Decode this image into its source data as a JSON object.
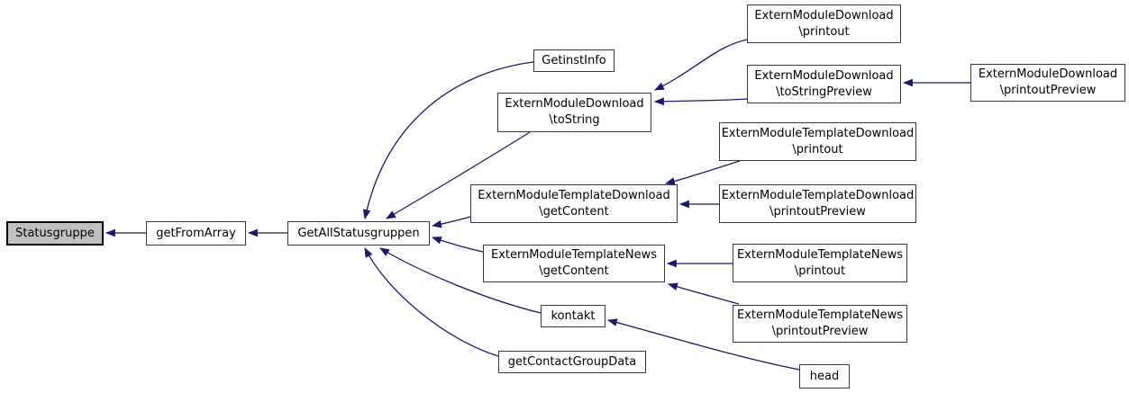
{
  "diagram": {
    "kind": "caller-graph",
    "highlighted_node": "Statusgruppe",
    "colors": {
      "edge": "#191970",
      "node_border": "#3a3a3a",
      "highlight_border": "#000000",
      "highlight_fill": "#c0c0c0",
      "node_fill": "#ffffff",
      "text": "#000000",
      "background": "#ffffff"
    },
    "nodes": [
      {
        "id": "statusgruppe",
        "label": "Statusgruppe",
        "lines": [
          "Statusgruppe"
        ],
        "highlighted": true
      },
      {
        "id": "getFromArray",
        "label": "getFromArray",
        "lines": [
          "getFromArray"
        ],
        "highlighted": false
      },
      {
        "id": "getAllStatusgruppen",
        "label": "GetAllStatusgruppen",
        "lines": [
          "GetAllStatusgruppen"
        ],
        "highlighted": false
      },
      {
        "id": "getinstInfo",
        "label": "GetinstInfo",
        "lines": [
          "GetinstInfo"
        ],
        "highlighted": false
      },
      {
        "id": "emdToString",
        "label": "ExternModuleDownload\\toString",
        "lines": [
          "ExternModuleDownload",
          "\\toString"
        ],
        "highlighted": false
      },
      {
        "id": "emdPrintout",
        "label": "ExternModuleDownload\\printout",
        "lines": [
          "ExternModuleDownload",
          "\\printout"
        ],
        "highlighted": false
      },
      {
        "id": "emdToStringPreview",
        "label": "ExternModuleDownload\\toStringPreview",
        "lines": [
          "ExternModuleDownload",
          "\\toStringPreview"
        ],
        "highlighted": false
      },
      {
        "id": "emdPrintoutPreview",
        "label": "ExternModuleDownload\\printoutPreview",
        "lines": [
          "ExternModuleDownload",
          "\\printoutPreview"
        ],
        "highlighted": false
      },
      {
        "id": "emtdPrintout",
        "label": "ExternModuleTemplateDownload\\printout",
        "lines": [
          "ExternModuleTemplateDownload",
          "\\printout"
        ],
        "highlighted": false
      },
      {
        "id": "emtdGetContent",
        "label": "ExternModuleTemplateDownload\\getContent",
        "lines": [
          "ExternModuleTemplateDownload",
          "\\getContent"
        ],
        "highlighted": false
      },
      {
        "id": "emtdPrintoutPreview",
        "label": "ExternModuleTemplateDownload\\printoutPreview",
        "lines": [
          "ExternModuleTemplateDownload",
          "\\printoutPreview"
        ],
        "highlighted": false
      },
      {
        "id": "emtnGetContent",
        "label": "ExternModuleTemplateNews\\getContent",
        "lines": [
          "ExternModuleTemplateNews",
          "\\getContent"
        ],
        "highlighted": false
      },
      {
        "id": "emtnPrintout",
        "label": "ExternModuleTemplateNews\\printout",
        "lines": [
          "ExternModuleTemplateNews",
          "\\printout"
        ],
        "highlighted": false
      },
      {
        "id": "kontakt",
        "label": "kontakt",
        "lines": [
          "kontakt"
        ],
        "highlighted": false
      },
      {
        "id": "emtnPrintoutPreview",
        "label": "ExternModuleTemplateNews\\printoutPreview",
        "lines": [
          "ExternModuleTemplateNews",
          "\\printoutPreview"
        ],
        "highlighted": false
      },
      {
        "id": "getContactGroupData",
        "label": "getContactGroupData",
        "lines": [
          "getContactGroupData"
        ],
        "highlighted": false
      },
      {
        "id": "head",
        "label": "head",
        "lines": [
          "head"
        ],
        "highlighted": false
      }
    ],
    "edges": [
      {
        "from": "getFromArray",
        "to": "statusgruppe"
      },
      {
        "from": "getAllStatusgruppen",
        "to": "getFromArray"
      },
      {
        "from": "getinstInfo",
        "to": "getAllStatusgruppen"
      },
      {
        "from": "emdToString",
        "to": "getAllStatusgruppen"
      },
      {
        "from": "emdPrintout",
        "to": "emdToString"
      },
      {
        "from": "emdToStringPreview",
        "to": "emdToString"
      },
      {
        "from": "emdPrintoutPreview",
        "to": "emdToStringPreview"
      },
      {
        "from": "emtdPrintout",
        "to": "emtdGetContent"
      },
      {
        "from": "emtdPrintoutPreview",
        "to": "emtdGetContent"
      },
      {
        "from": "emtdGetContent",
        "to": "getAllStatusgruppen"
      },
      {
        "from": "emtnPrintout",
        "to": "emtnGetContent"
      },
      {
        "from": "emtnPrintoutPreview",
        "to": "emtnGetContent"
      },
      {
        "from": "emtnGetContent",
        "to": "getAllStatusgruppen"
      },
      {
        "from": "kontakt",
        "to": "getAllStatusgruppen"
      },
      {
        "from": "getContactGroupData",
        "to": "getAllStatusgruppen"
      },
      {
        "from": "head",
        "to": "kontakt"
      }
    ]
  }
}
